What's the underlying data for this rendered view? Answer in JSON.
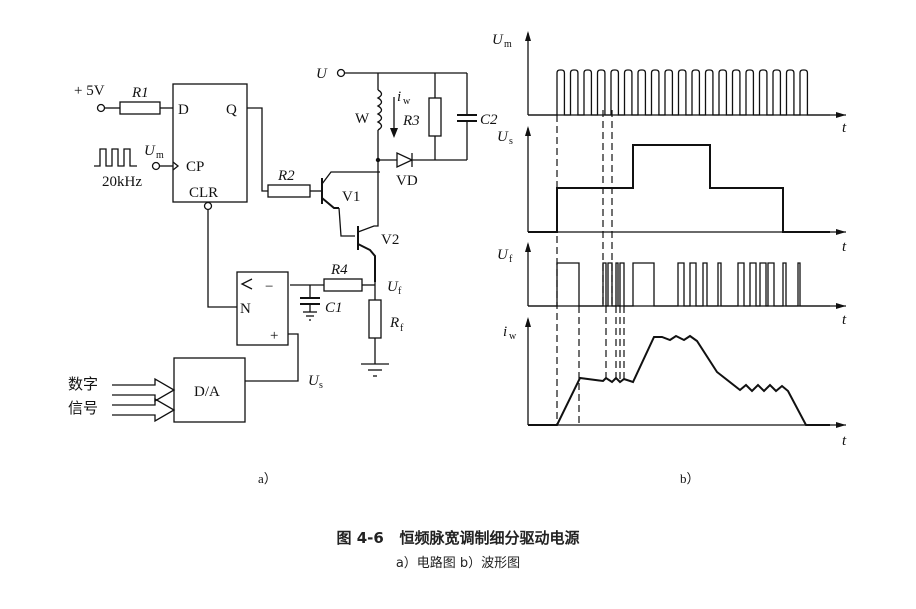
{
  "figure": {
    "number": "图 4-6",
    "title": "恒频脉宽调制细分驱动电源",
    "subcaption": "a）电路图   b）波形图",
    "panel_a_label": "a）",
    "panel_b_label": "b）"
  },
  "circuit": {
    "supply_5v": "+ 5V",
    "r1": "R1",
    "r2": "R2",
    "r3": "R3",
    "r4": "R4",
    "rf": "R",
    "rf_sub": "f",
    "c1": "C1",
    "c2": "C2",
    "flipflop": {
      "d": "D",
      "q": "Q",
      "cp": "CP",
      "clr": "CLR"
    },
    "clock_label": "U",
    "clock_sub": "m",
    "clock_freq": "20kHz",
    "supply_u": "U",
    "winding": "W",
    "current": "i",
    "current_sub": "w",
    "diode": "VD",
    "v1": "V1",
    "v2": "V2",
    "uf": "U",
    "uf_sub": "f",
    "us": "U",
    "us_sub": "s",
    "comparator": {
      "minus": "−",
      "plus": "+",
      "n": "N"
    },
    "dac": "D/A",
    "digital_line1": "数字",
    "digital_line2": "信号"
  },
  "waveforms": {
    "time_label": "t",
    "traces": [
      {
        "name": "U",
        "sub": "m",
        "description": "20 kHz clock pulse train"
      },
      {
        "name": "U",
        "sub": "s",
        "description": "D/A reference voltage steps"
      },
      {
        "name": "U",
        "sub": "f",
        "description": "feedback voltage pulses"
      },
      {
        "name": "i",
        "sub": "w",
        "description": "winding current"
      }
    ]
  }
}
